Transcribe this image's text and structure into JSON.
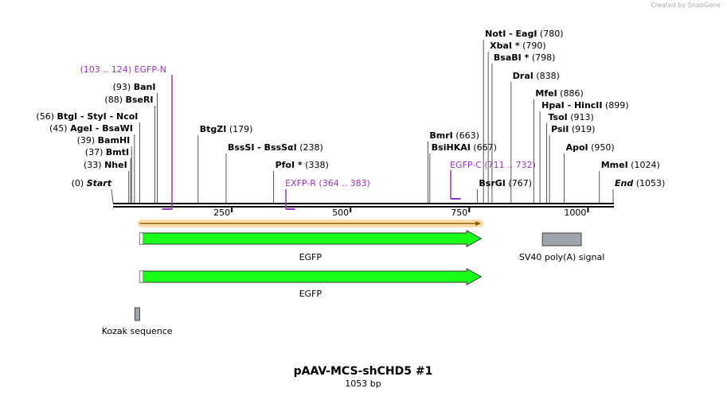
{
  "watermark": "Created by SnapGene",
  "title": "pAAV-MCS-shCHD5 #1",
  "subtitle": "1053 bp",
  "sequence_length": 1053,
  "ruler_ticks": [
    {
      "label": "250",
      "pos": 250
    },
    {
      "label": "500",
      "pos": 500
    },
    {
      "label": "750",
      "pos": 750
    },
    {
      "label": "1000",
      "pos": 1000
    }
  ],
  "sites": [
    {
      "id": "start",
      "left_paren": "(0)",
      "name": "Start",
      "italic": true,
      "pos": 0,
      "side": "left"
    },
    {
      "id": "nhei",
      "left_paren": "(33)",
      "name": "NheI",
      "pos": 33,
      "side": "left"
    },
    {
      "id": "bmti",
      "left_paren": "(37)",
      "name": "BmtI",
      "pos": 37,
      "side": "left"
    },
    {
      "id": "bamhi",
      "left_paren": "(39)",
      "name": "BamHI",
      "pos": 39,
      "side": "left"
    },
    {
      "id": "agei",
      "left_paren": "(45)",
      "name": "AgeI  -  BsaWI",
      "pos": 45,
      "side": "left"
    },
    {
      "id": "btgi",
      "left_paren": "(56)",
      "name": "BtgI  -  StyI  -  NcoI",
      "pos": 56,
      "side": "left"
    },
    {
      "id": "bseri",
      "left_paren": "(88)",
      "name": "BseRI",
      "pos": 88,
      "side": "left"
    },
    {
      "id": "bani",
      "left_paren": "(93)",
      "name": "BanI",
      "pos": 93,
      "side": "left"
    },
    {
      "id": "btgzi",
      "name": "BtgZI",
      "right_paren": "(179)",
      "pos": 179,
      "side": "right"
    },
    {
      "id": "bsssi",
      "name": "BssSI  -  BssSαI",
      "right_paren": "(238)",
      "pos": 238,
      "side": "right"
    },
    {
      "id": "pfoi",
      "name": "PfoI *",
      "right_paren": "(338)",
      "pos": 338,
      "side": "right"
    },
    {
      "id": "bmri",
      "name": "BmrI",
      "right_paren": "(663)",
      "pos": 663,
      "side": "right"
    },
    {
      "id": "bsihkai",
      "name": "BsiHKAI",
      "right_paren": "(667)",
      "pos": 667,
      "side": "right"
    },
    {
      "id": "bsrgi",
      "name": "BsrGI",
      "right_paren": "(767)",
      "pos": 767,
      "side": "right"
    },
    {
      "id": "noti",
      "name": "NotI  -  EagI",
      "right_paren": "(780)",
      "pos": 780,
      "side": "right"
    },
    {
      "id": "xbai",
      "name": "XbaI *",
      "right_paren": "(790)",
      "pos": 790,
      "side": "right"
    },
    {
      "id": "bsabi",
      "name": "BsaBI *",
      "right_paren": "(798)",
      "pos": 798,
      "side": "right"
    },
    {
      "id": "drai",
      "name": "DraI",
      "right_paren": "(838)",
      "pos": 838,
      "side": "right"
    },
    {
      "id": "mfei",
      "name": "MfeI",
      "right_paren": "(886)",
      "pos": 886,
      "side": "right"
    },
    {
      "id": "hpai",
      "name": "HpaI  -  HincII",
      "right_paren": "(899)",
      "pos": 899,
      "side": "right"
    },
    {
      "id": "tsoi",
      "name": "TsoI",
      "right_paren": "(913)",
      "pos": 913,
      "side": "right"
    },
    {
      "id": "psii",
      "name": "PsiI",
      "right_paren": "(919)",
      "pos": 919,
      "side": "right"
    },
    {
      "id": "apoi",
      "name": "ApoI",
      "right_paren": "(950)",
      "pos": 950,
      "side": "right"
    },
    {
      "id": "mmei",
      "name": "MmeI",
      "right_paren": "(1024)",
      "pos": 1024,
      "side": "right"
    },
    {
      "id": "end",
      "name": "End",
      "italic": true,
      "right_paren": "(1053)",
      "pos": 1053,
      "side": "right"
    }
  ],
  "primers": [
    {
      "id": "egfp-n",
      "name": "EGFP-N",
      "range": "(103 .. 124)",
      "start": 103,
      "end": 124,
      "label_order": "range-first"
    },
    {
      "id": "exfp-r",
      "name": "EXFP-R",
      "range": "(364 .. 383)",
      "start": 364,
      "end": 383,
      "label_order": "name-first"
    },
    {
      "id": "egfp-c",
      "name": "EGFP-C",
      "range": "(711 .. 732)",
      "start": 711,
      "end": 732,
      "label_order": "name-first"
    }
  ],
  "features": [
    {
      "id": "orf",
      "label": "",
      "start": 56,
      "end": 775,
      "type": "orf",
      "color": "#f5a623"
    },
    {
      "id": "egfp1",
      "label": "EGFP",
      "start": 56,
      "end": 775,
      "type": "arrow",
      "color": "#1aff1a"
    },
    {
      "id": "sv40",
      "label": "SV40 poly(A) signal",
      "start": 904,
      "end": 986,
      "type": "box",
      "color": "#a0a4ac"
    },
    {
      "id": "egfp2",
      "label": "EGFP",
      "start": 56,
      "end": 775,
      "type": "arrow",
      "color": "#1aff1a"
    },
    {
      "id": "kozak",
      "label": "Kozak sequence",
      "start": 46,
      "end": 55,
      "type": "box",
      "color": "#a0a4ac"
    }
  ]
}
